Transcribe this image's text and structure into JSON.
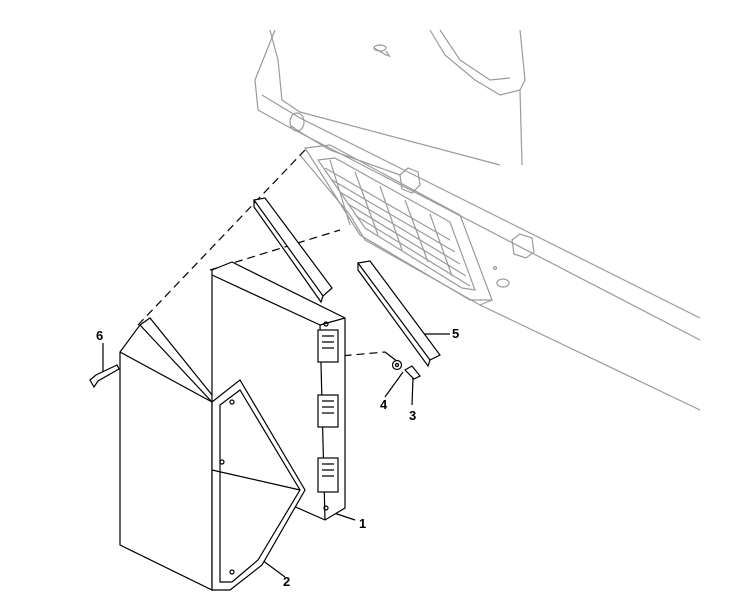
{
  "diagram": {
    "type": "exploded parts illustration",
    "callouts": [
      {
        "id": "callout-1",
        "label": "1"
      },
      {
        "id": "callout-2",
        "label": "2"
      },
      {
        "id": "callout-3",
        "label": "3"
      },
      {
        "id": "callout-4",
        "label": "4"
      },
      {
        "id": "callout-5",
        "label": "5"
      },
      {
        "id": "callout-6",
        "label": "6"
      }
    ],
    "colors": {
      "parts": "#000000",
      "background_machine": "#9a9a9a"
    }
  }
}
